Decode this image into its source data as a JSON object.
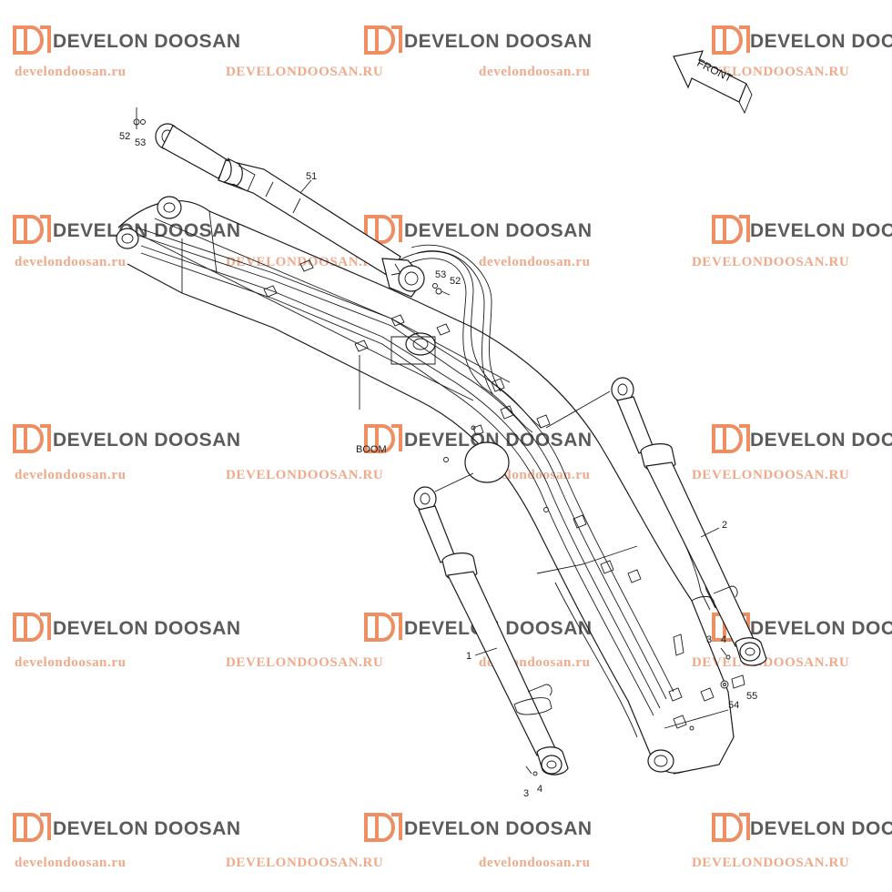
{
  "watermark": {
    "brand": "DEVELON DOOSAN",
    "url_lower": "develondoosan.ru",
    "url_upper": "DEVELONDOOSAN.RU",
    "brand_color": "#5b5b5b",
    "url_color": "#f0a98a",
    "logo_color": "#ee8e63"
  },
  "direction_arrow": {
    "label": "FRONT"
  },
  "labels": {
    "boom": "BOOM",
    "part_1": "1",
    "part_2": "2",
    "part_3a": "3",
    "part_4a": "4",
    "part_3b": "3",
    "part_4b": "4",
    "part_51": "51",
    "part_52a": "52",
    "part_53a": "53",
    "part_52b": "52",
    "part_53b": "53",
    "part_54": "54",
    "part_55": "55"
  }
}
